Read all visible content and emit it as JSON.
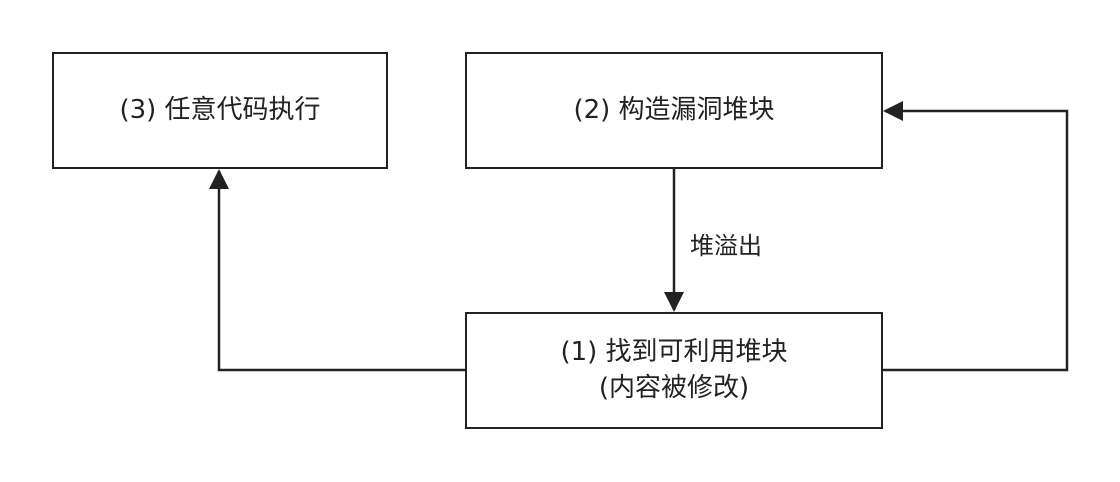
{
  "nodes": {
    "exec": {
      "label": "(3) 任意代码执行"
    },
    "build": {
      "label": "(2) 构造漏洞堆块"
    },
    "find": {
      "label": "(1) 找到可利用堆块",
      "sublabel": "(内容被修改)"
    }
  },
  "edges": {
    "overflow_label": "堆溢出"
  },
  "colors": {
    "stroke": "#222222",
    "background": "#ffffff"
  }
}
